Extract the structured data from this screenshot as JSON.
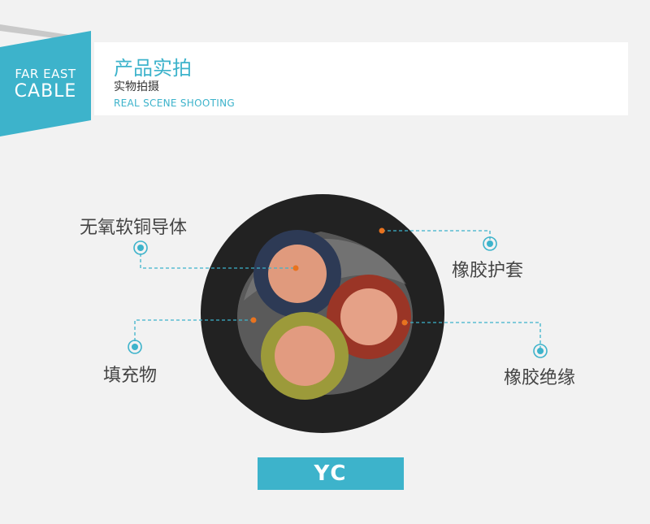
{
  "brand": {
    "line1": "FAR EAST",
    "line2": "CABLE",
    "color": "#3db3cb"
  },
  "header": {
    "title": "产品实拍",
    "subtitle": "实物拍摄",
    "english": "REAL SCENE SHOOTING"
  },
  "callouts": {
    "conductor": "无氧软铜导体",
    "sheath": "橡胶护套",
    "filler": "填充物",
    "insulation": "橡胶绝缘"
  },
  "model": {
    "label": "YC"
  },
  "colors": {
    "accent": "#3db3cb",
    "leader_dot": "#e8731f",
    "copper": "#e2977a"
  }
}
